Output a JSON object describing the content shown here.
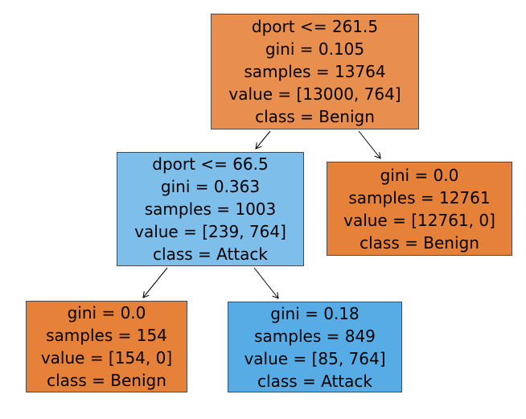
{
  "diagram": {
    "type": "decision-tree",
    "colors": {
      "background": "#ffffff",
      "edge": "#000000",
      "border": "#4a4a4a",
      "text": "#000000",
      "orange_pure": "#e58139",
      "orange_root": "#e88f4f",
      "blue_light": "#7dbeea",
      "blue_strong": "#58ace6"
    },
    "nodes": [
      {
        "id": "root",
        "fill": "#e88f4f",
        "lines": [
          "dport <= 261.5",
          "gini = 0.105",
          "samples = 13764",
          "value = [13000, 764]",
          "class = Benign"
        ]
      },
      {
        "id": "left-child",
        "fill": "#7dbeea",
        "lines": [
          "dport <= 66.5",
          "gini = 0.363",
          "samples = 1003",
          "value = [239, 764]",
          "class = Attack"
        ]
      },
      {
        "id": "right-leaf",
        "fill": "#e58139",
        "lines": [
          "gini = 0.0",
          "samples = 12761",
          "value = [12761, 0]",
          "class = Benign"
        ]
      },
      {
        "id": "left-left-leaf",
        "fill": "#e58139",
        "lines": [
          "gini = 0.0",
          "samples = 154",
          "value = [154, 0]",
          "class = Benign"
        ]
      },
      {
        "id": "left-right-leaf",
        "fill": "#58ace6",
        "lines": [
          "gini = 0.18",
          "samples = 849",
          "value = [85, 764]",
          "class = Attack"
        ]
      }
    ]
  }
}
